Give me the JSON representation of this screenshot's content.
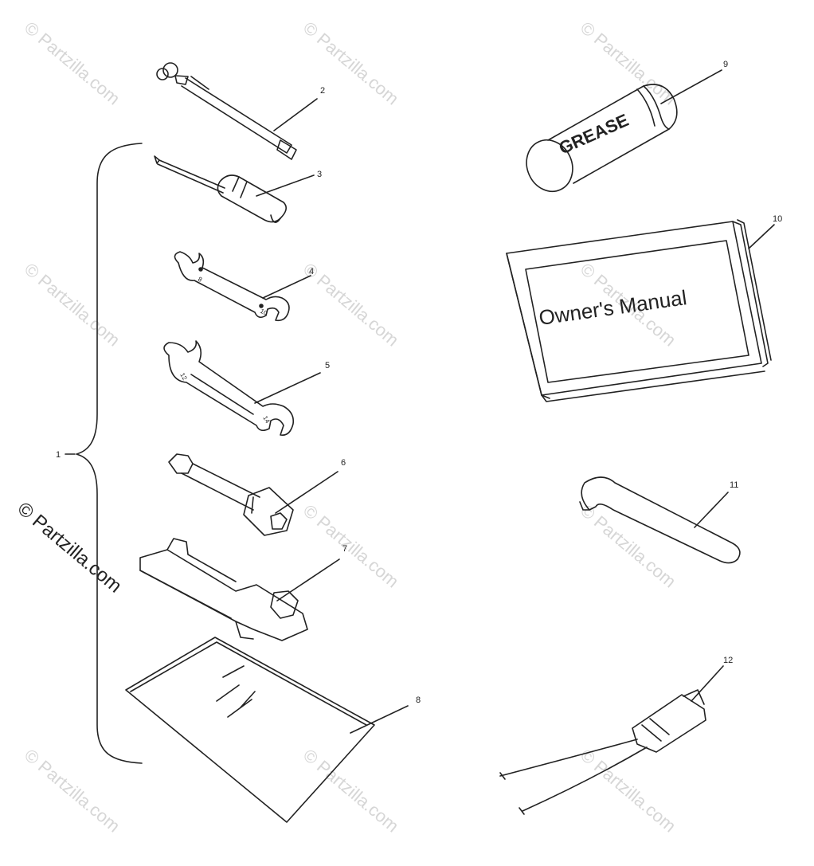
{
  "callouts": [
    {
      "id": "1",
      "label": "1"
    },
    {
      "id": "2",
      "label": "2"
    },
    {
      "id": "3",
      "label": "3"
    },
    {
      "id": "4",
      "label": "4"
    },
    {
      "id": "5",
      "label": "5"
    },
    {
      "id": "6",
      "label": "6"
    },
    {
      "id": "7",
      "label": "7"
    },
    {
      "id": "8",
      "label": "8"
    },
    {
      "id": "9",
      "label": "9"
    },
    {
      "id": "10",
      "label": "10"
    },
    {
      "id": "11",
      "label": "11"
    },
    {
      "id": "12",
      "label": "12"
    }
  ],
  "grease_label": "GREASE",
  "manual_title": "Owner's Manual",
  "wrench_marks": {
    "small_a": "8",
    "small_b": "10",
    "large_a": "12",
    "large_b": "14"
  },
  "watermark": "© Partzilla.com",
  "colors": {
    "line": "#222222",
    "watermark": "#d6d6d6"
  }
}
